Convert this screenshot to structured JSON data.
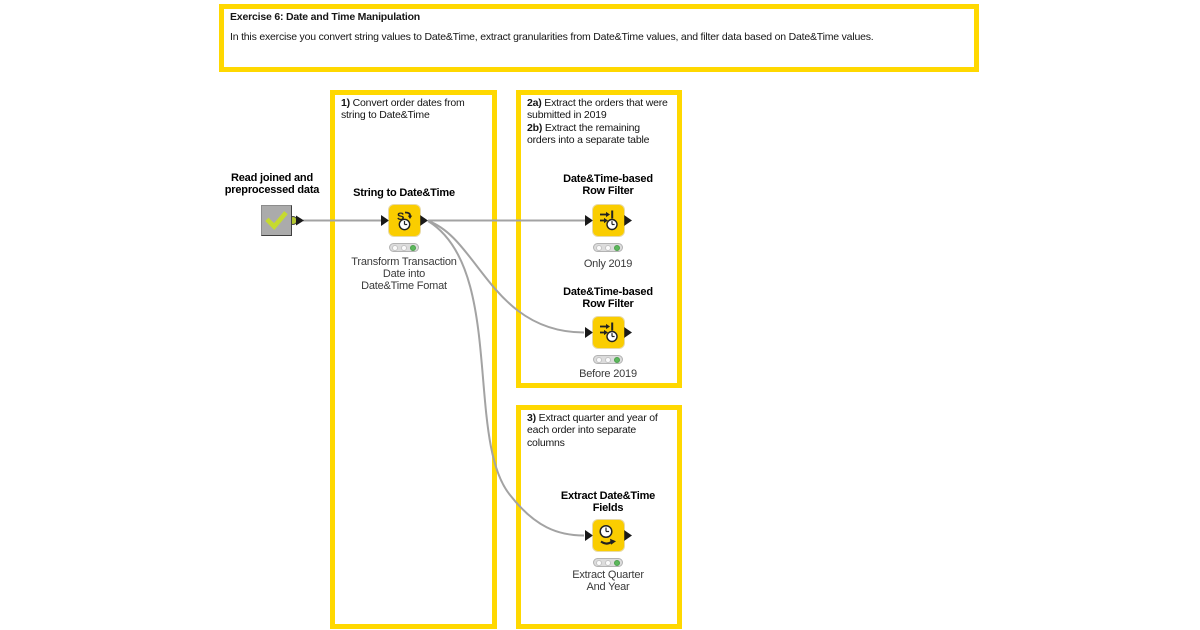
{
  "app": "KNIME workflow editor",
  "colors": {
    "annotation_border": "#FFD800",
    "node_yellow": "#FACD00",
    "metanode_gray": "#ABABAB",
    "check_yellow_green": "#C6DA2F",
    "status_green": "#5CB85C",
    "connection_gray": "#A3A3A3",
    "port_black": "#1A1A1A"
  },
  "header": {
    "title": "Exercise 6: Date and Time Manipulation",
    "body": "In this exercise you convert string values to Date&Time, extract granularities from Date&Time values, and filter data based on Date&Time values."
  },
  "reader": {
    "label": "Read joined and\npreprocessed data"
  },
  "annotations": {
    "a1": {
      "prefix": "1)",
      "text": " Convert order dates from string to Date&Time"
    },
    "a2": {
      "item_a_prefix": "2a)",
      "item_a_text": " Extract the orders that were submitted in 2019",
      "item_b_prefix": "2b)",
      "item_b_text": " Extract the remaining orders into a separate table"
    },
    "a3": {
      "prefix": "3)",
      "text": " Extract quarter and year of each order into separate columns"
    }
  },
  "nodes": {
    "string_to_datetime": {
      "title": "String to Date&Time",
      "status": "executed",
      "description": "Transform Transaction\nDate into\nDate&Time Fomat"
    },
    "row_filter_only_2019": {
      "title": "Date&Time-based\nRow Filter",
      "status": "executed",
      "description": "Only 2019"
    },
    "row_filter_before_2019": {
      "title": "Date&Time-based\nRow Filter",
      "status": "executed",
      "description": "Before 2019"
    },
    "extract_fields": {
      "title": "Extract Date&Time\nFields",
      "status": "executed",
      "description": "Extract Quarter\nAnd Year"
    }
  }
}
